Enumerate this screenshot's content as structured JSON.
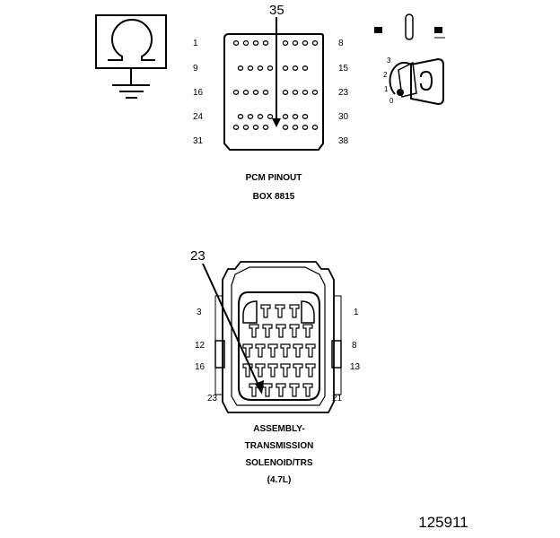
{
  "pcm": {
    "callout": "35",
    "pin_labels_left": [
      "1",
      "9",
      "16",
      "24",
      "31"
    ],
    "pin_labels_right": [
      "8",
      "15",
      "23",
      "30",
      "38"
    ],
    "caption_line1": "PCM PINOUT",
    "caption_line2": "BOX 8815"
  },
  "ignition": {
    "positions": [
      "3",
      "2",
      "1",
      "0"
    ]
  },
  "solenoid": {
    "callout": "23",
    "pin_labels_left": [
      "3",
      "12",
      "16",
      "23"
    ],
    "pin_labels_right": [
      "1",
      "8",
      "13",
      "21"
    ],
    "caption_lines": [
      "ASSEMBLY-",
      "TRANSMISSION",
      "SOLENOID/TRS",
      "(4.7L)"
    ]
  },
  "figure_number": "125911"
}
